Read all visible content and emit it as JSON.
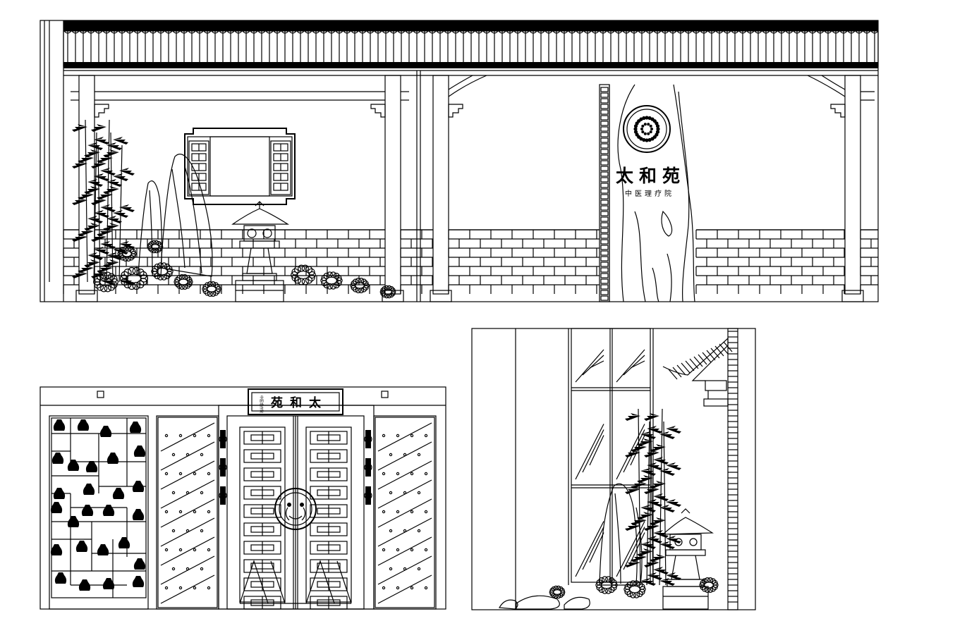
{
  "elevation_top": {
    "sign_title": "太和苑",
    "sign_subtitle": "中医理疗院"
  },
  "elevation_bottom_left": {
    "door_plaque_title": "苑和太",
    "door_plaque_small": "中医理疗院"
  },
  "elevation_bottom_right": {},
  "icons": [
    "roof-tile-icon",
    "bamboo-icon",
    "rock-icon",
    "stone-lantern-icon",
    "lattice-window-icon",
    "round-emblem-icon",
    "vase-icon",
    "door-knocker-icon"
  ]
}
